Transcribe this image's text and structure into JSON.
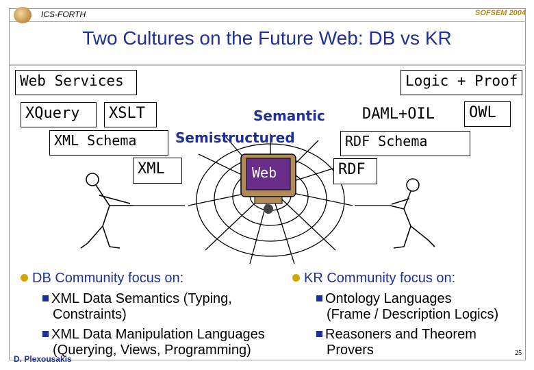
{
  "header": {
    "org": "ICS-FORTH",
    "conference": "SOFSEM 2004"
  },
  "title": "Two Cultures on the Future Web: DB vs KR",
  "db_terms": {
    "web_services": "Web Services",
    "xquery": "XQuery",
    "xslt": "XSLT",
    "xml_schema": "XML Schema",
    "xml": "XML"
  },
  "kr_terms": {
    "logic_proof": "Logic + Proof",
    "daml_oil": "DAML+OIL",
    "owl": "OWL",
    "rdf_schema": "RDF Schema",
    "rdf": "RDF"
  },
  "center": {
    "semantic": "Semantic",
    "semistructured": "Semistructured",
    "web": "Web"
  },
  "db_focus": {
    "heading": "DB Community focus on:",
    "items": [
      {
        "line1": "XML Data Semantics (Typing,",
        "line2": "Constraints)"
      },
      {
        "line1": "XML Data Manipulation Languages",
        "line2": "(Querying, Views, Programming)"
      }
    ]
  },
  "kr_focus": {
    "heading": "KR Community focus on:",
    "items": [
      {
        "line1": "Ontology Languages",
        "line2": "(Frame / Description Logics)"
      },
      {
        "line1": "Reasoners and Theorem",
        "line2": "Provers"
      }
    ]
  },
  "footer": {
    "author": "D. Plexousakis",
    "page": "25"
  },
  "colors": {
    "title": "#1f2f9a",
    "bullet": "#d4a600",
    "conference": "#b8860b"
  }
}
